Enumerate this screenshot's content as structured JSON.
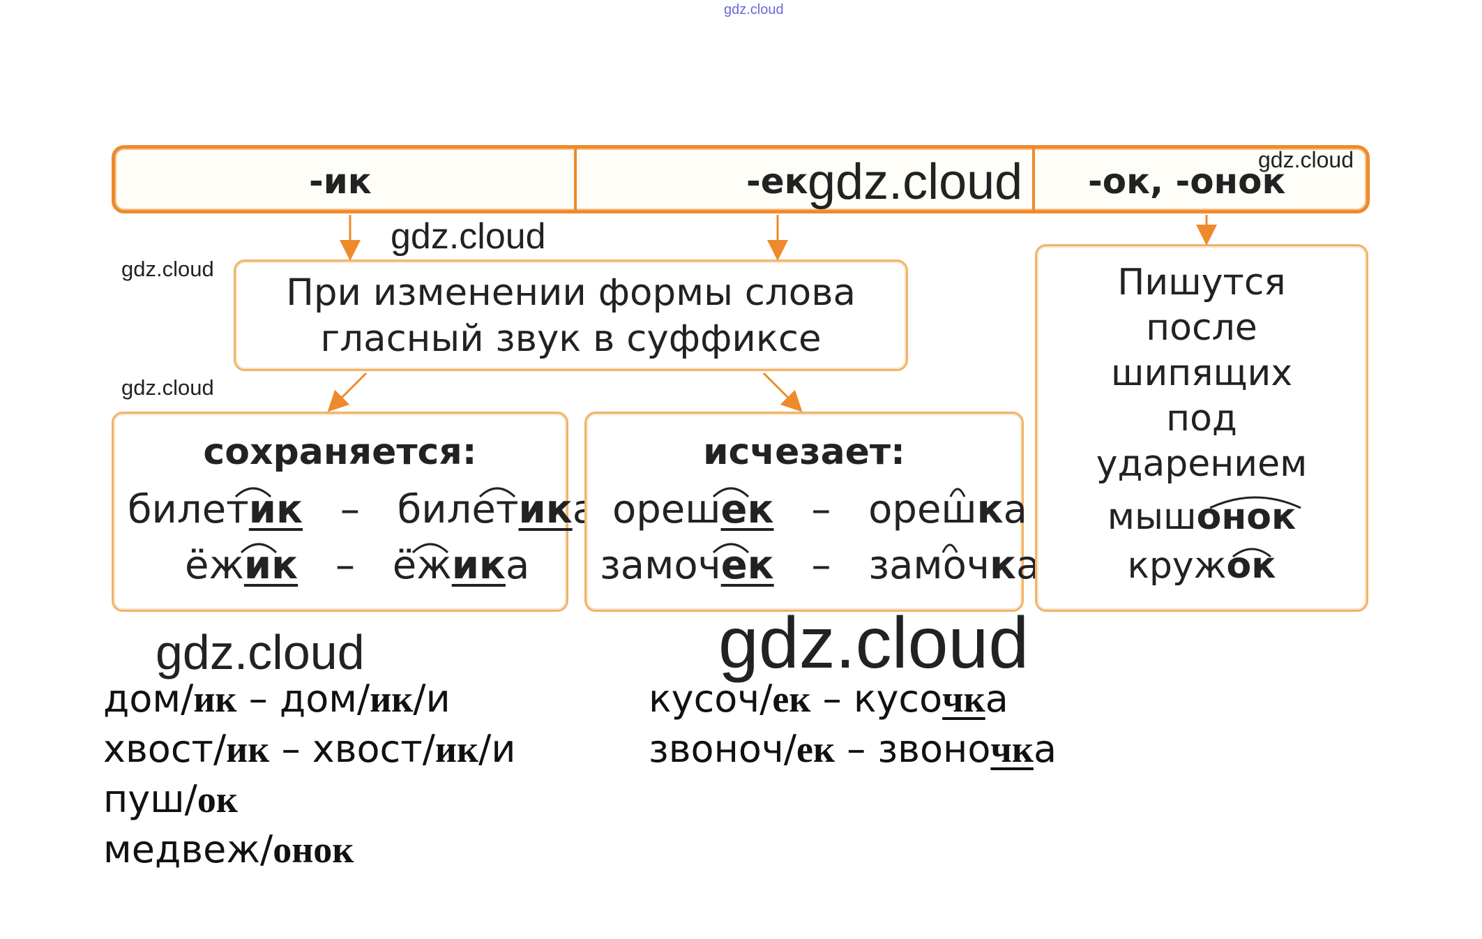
{
  "watermark": "gdz.cloud",
  "header": {
    "col1": "-ик",
    "col2": "-ек",
    "col3": "-ок,  -онок"
  },
  "rule_box": {
    "line1": "При   изменении   формы   слова",
    "line2": "гласный   звук   в   суффиксе"
  },
  "kept_box": {
    "title": "сохраняется:",
    "row1": {
      "w1_stem": "билет",
      "w1_suffix": "ик",
      "dash": "–",
      "w2_stem": "билет",
      "w2_suffix": "ик",
      "w2_end": "а"
    },
    "row2": {
      "w1_stem": "ёж",
      "w1_suffix": "ик",
      "dash": "–",
      "w2_stem": "ёж",
      "w2_suffix": "ик",
      "w2_end": "а"
    }
  },
  "lost_box": {
    "title": "исчезает:",
    "row1": {
      "w1_stem": "ореш",
      "w1_suffix": "ек",
      "dash": "–",
      "w2_stem": "ореш",
      "w2_suffix": "к",
      "w2_end": "а"
    },
    "row2": {
      "w1_stem": "замоч",
      "w1_suffix": "ек",
      "dash": "–",
      "w2_stem": "замоч",
      "w2_suffix": "к",
      "w2_end": "а"
    }
  },
  "hiss_box": {
    "lines": [
      "Пишутся",
      "после",
      "шипящих",
      "под",
      "ударением"
    ],
    "ex1_stem": "мыш",
    "ex1_suffix": "онок",
    "ex2_stem": "круж",
    "ex2_suffix": "ок"
  },
  "answers_left": [
    {
      "a": "дом/",
      "b": "ик",
      "c": " – дом/",
      "d": "ик",
      "e": "/и"
    },
    {
      "a": "хвост/",
      "b": "ик",
      "c": " – хвост/",
      "d": "ик",
      "e": "/и"
    },
    {
      "a": "пуш/",
      "b": "ок"
    },
    {
      "a": "медвеж/",
      "b": "онок"
    }
  ],
  "answers_right": [
    {
      "a": "кусоч/",
      "b": "ек",
      "c": " – кусо",
      "d": "чк",
      "e": "а"
    },
    {
      "a": "звоноч/",
      "b": "ек",
      "c": " – звоно",
      "d": "чк",
      "e": "а"
    }
  ],
  "colors": {
    "header_border": "#ee8a2c",
    "box_border": "#f1b36a",
    "arrow": "#ee8a2c"
  }
}
